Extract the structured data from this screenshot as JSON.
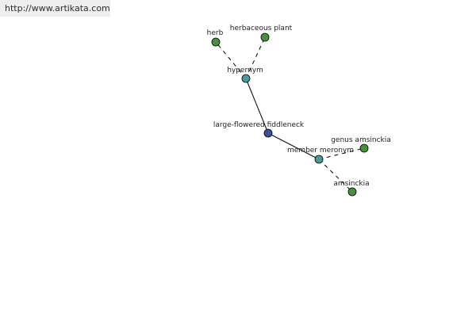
{
  "banner": {
    "url_text": "http://www.artikata.com"
  },
  "colors": {
    "center_node": "#3d4e9a",
    "relation_node": "#4b9a9a",
    "leaf_node": "#4a8f3f",
    "edge": "#000000",
    "banner_bg": "#eeeeee"
  },
  "graph": {
    "center": {
      "id": "large-flowered-fiddleneck",
      "label": "large-flowered fiddleneck"
    },
    "relations": [
      {
        "id": "hypernym",
        "label": "hypernym",
        "targets": [
          {
            "id": "herb",
            "label": "herb"
          },
          {
            "id": "herbaceous-plant",
            "label": "herbaceous plant"
          }
        ]
      },
      {
        "id": "member-meronym",
        "label": "member meronym",
        "targets": [
          {
            "id": "genus-amsinckia",
            "label": "genus amsinckia"
          },
          {
            "id": "amsinckia",
            "label": "amsinckia"
          }
        ]
      }
    ]
  }
}
